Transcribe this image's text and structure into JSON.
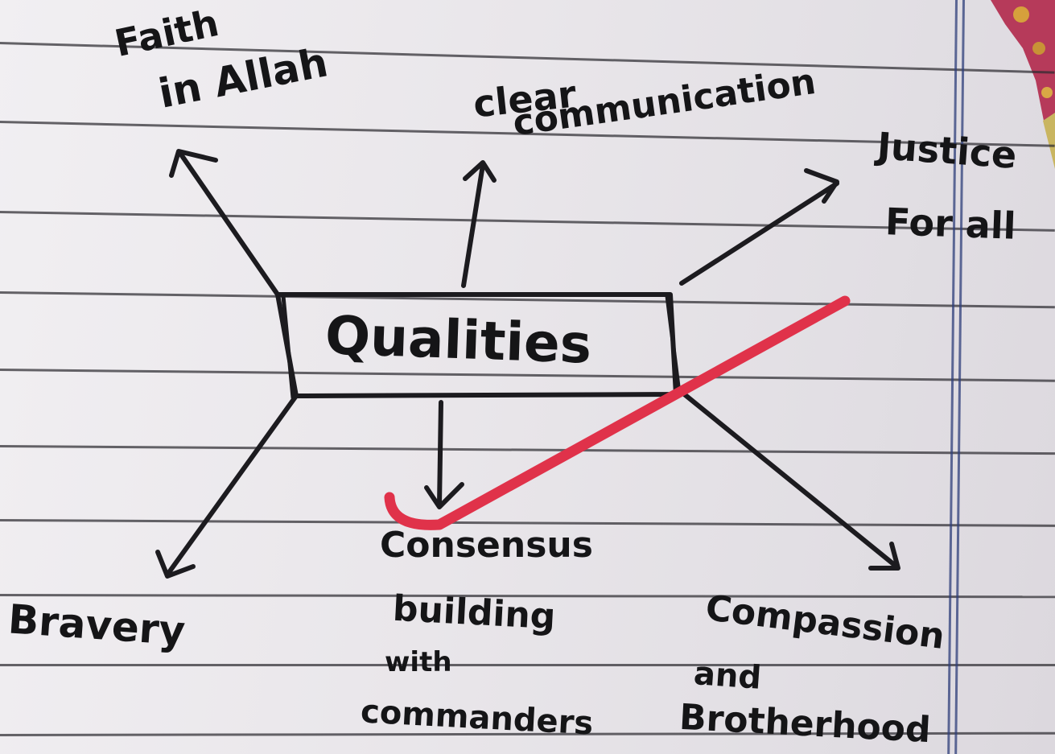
{
  "center": {
    "label": "Qualities"
  },
  "branches": {
    "faith": {
      "line1": "Faith",
      "line2": "in Allah"
    },
    "communication": {
      "line1": "clear",
      "line2": "communication"
    },
    "justice": {
      "line1": "Justice",
      "line2": "For all"
    },
    "bravery": {
      "label": "Bravery"
    },
    "consensus": {
      "line1": "Consensus",
      "line2": "building",
      "line3": "with",
      "line4": "commanders"
    },
    "compassion": {
      "line1": "Compassion",
      "line2": "and",
      "line3": "Brotherhood"
    }
  },
  "colors": {
    "ink": "#1c1b1f",
    "correction_mark": "#e0324a",
    "margin_line": "#2d3e7a"
  }
}
